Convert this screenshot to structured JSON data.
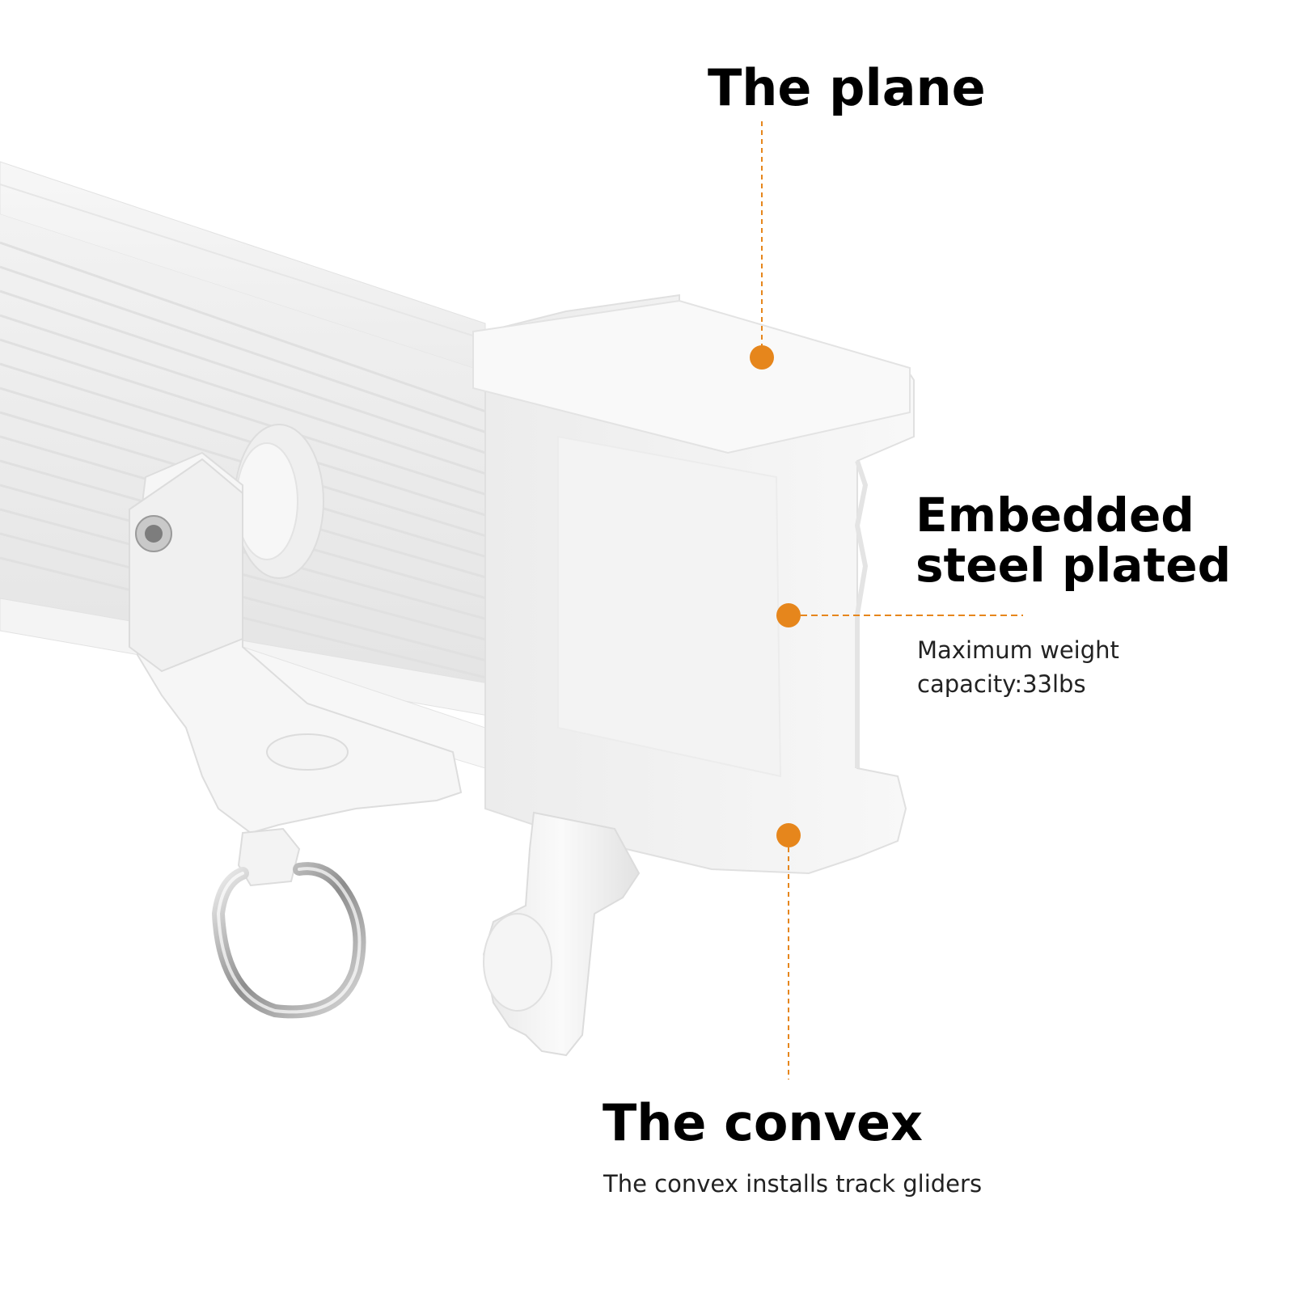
{
  "accent_color": "#E6861C",
  "callouts": {
    "plane": {
      "title": "The plane"
    },
    "steel": {
      "title_line1": "Embedded",
      "title_line2": "steel plated",
      "subtitle_line1": "Maximum weight",
      "subtitle_line2": "capacity:33lbs"
    },
    "convex": {
      "title": "The convex",
      "subtitle": "The convex installs track gliders"
    }
  },
  "product": {
    "parts": [
      "curtain-track-rail",
      "end-cap",
      "roller-glider",
      "d-ring-hook",
      "track-hook"
    ]
  }
}
